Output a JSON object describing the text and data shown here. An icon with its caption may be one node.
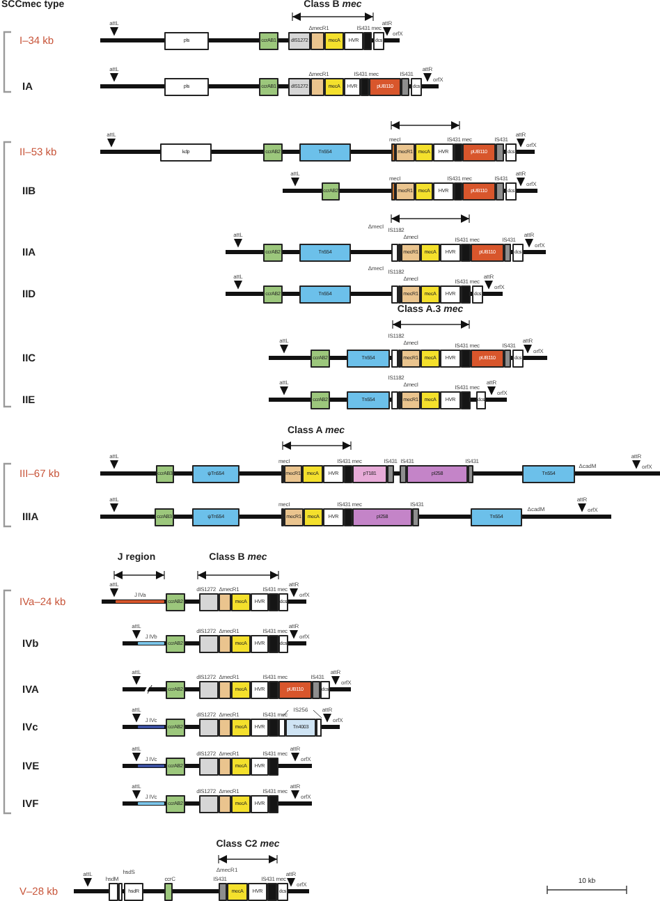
{
  "diagram": {
    "nodes": [
      {
        "text": [
          "pls"
        ]
      },
      {
        "text": [
          "ccrAB1"
        ]
      },
      {
        "text": [
          "dIS1272"
        ]
      },
      {
        "text": [
          "ΔmecR1"
        ]
      },
      {
        "text": [
          "mecA"
        ]
      },
      {
        "text": [
          "HVR"
        ]
      },
      {
        "text": [
          "IS431 mec"
        ]
      },
      {
        "text": [
          "dcs"
        ]
      },
      {
        "text": [
          "pls"
        ]
      },
      {
        "text": [
          "ccrAB1"
        ]
      },
      {
        "text": [
          "dIS1272"
        ]
      },
      {
        "text": [
          "ΔmecR1"
        ]
      },
      {
        "text": [
          "mecA"
        ]
      },
      {
        "text": [
          "HVR"
        ]
      },
      {
        "text": [
          "IS431 mec"
        ]
      },
      {
        "text": [
          "pUB110"
        ]
      },
      {
        "text": [
          "IS431"
        ]
      },
      {
        "text": [
          "dcs"
        ]
      },
      {
        "text": [
          "kdp"
        ]
      },
      {
        "text": [
          "ccrAB2"
        ]
      },
      {
        "text": [
          "Tn554"
        ]
      },
      {
        "text": [
          "mecI"
        ]
      },
      {
        "text": [
          "mecR1"
        ]
      },
      {
        "text": [
          "mecA"
        ]
      },
      {
        "text": [
          "HVR"
        ]
      },
      {
        "text": [
          "IS431 mec"
        ]
      },
      {
        "text": [
          "pUB110"
        ]
      },
      {
        "text": [
          "IS431"
        ]
      },
      {
        "text": [
          "dcs"
        ]
      },
      {
        "text": [
          "ccrAB2"
        ]
      },
      {
        "text": [
          "mecI"
        ]
      },
      {
        "text": [
          "mecR1"
        ]
      },
      {
        "text": [
          "mecA"
        ]
      },
      {
        "text": [
          "HVR"
        ]
      },
      {
        "text": [
          "IS431 mec"
        ]
      },
      {
        "text": [
          "pUB110"
        ]
      },
      {
        "text": [
          "IS431"
        ]
      },
      {
        "text": [
          "dcs"
        ]
      },
      {
        "text": [
          "ccrAB2"
        ]
      },
      {
        "text": [
          "Tn554"
        ]
      },
      {
        "text": [
          "IS1182"
        ]
      },
      {
        "text": [
          "ΔmecI"
        ]
      },
      {
        "text": [
          "mecR1"
        ]
      },
      {
        "text": [
          "mecA"
        ]
      },
      {
        "text": [
          "HVR"
        ]
      },
      {
        "text": [
          "IS431 mec"
        ]
      },
      {
        "text": [
          "pUB110"
        ]
      },
      {
        "text": [
          "IS431"
        ]
      },
      {
        "text": [
          "dcs"
        ]
      },
      {
        "text": [
          "ccrAB2"
        ]
      },
      {
        "text": [
          "Tn554"
        ]
      },
      {
        "text": [
          "IS1182"
        ]
      },
      {
        "text": [
          "ΔmecI"
        ]
      },
      {
        "text": [
          "mecR1"
        ]
      },
      {
        "text": [
          "mecA"
        ]
      },
      {
        "text": [
          "HVR"
        ]
      },
      {
        "text": [
          "IS431 mec"
        ]
      },
      {
        "text": [
          "dcs"
        ]
      },
      {
        "text": [
          "ccrAB2"
        ]
      },
      {
        "text": [
          "Tn554"
        ]
      },
      {
        "text": [
          "IS1182"
        ]
      },
      {
        "text": [
          "ΔmecI"
        ]
      },
      {
        "text": [
          "mecR1"
        ]
      },
      {
        "text": [
          "mecA"
        ]
      },
      {
        "text": [
          "HVR"
        ]
      },
      {
        "text": [
          "IS431 mec"
        ]
      },
      {
        "text": [
          "pUB110"
        ]
      },
      {
        "text": [
          "IS431"
        ]
      },
      {
        "text": [
          "dcs"
        ]
      },
      {
        "text": [
          "ccrAB2"
        ]
      },
      {
        "text": [
          "Tn554"
        ]
      },
      {
        "text": [
          "IS1182"
        ]
      },
      {
        "text": [
          "ΔmecI"
        ]
      },
      {
        "text": [
          "mecR1"
        ]
      },
      {
        "text": [
          "mecA"
        ]
      },
      {
        "text": [
          "HVR"
        ]
      },
      {
        "text": [
          "IS431 mec"
        ]
      },
      {
        "text": [
          "dcs"
        ]
      },
      {
        "text": [
          "ccrAB3"
        ]
      },
      {
        "text": [
          "ψTn554"
        ]
      },
      {
        "text": [
          "mecI"
        ]
      },
      {
        "text": [
          "mecR1"
        ]
      },
      {
        "text": [
          "mecA"
        ]
      },
      {
        "text": [
          "HVR"
        ]
      },
      {
        "text": [
          "IS431 mec"
        ]
      },
      {
        "text": [
          "pT181"
        ]
      },
      {
        "text": [
          "IS431"
        ]
      },
      {
        "text": [
          "IS431"
        ]
      },
      {
        "text": [
          "pI258"
        ]
      },
      {
        "text": [
          "IS431"
        ]
      },
      {
        "text": [
          "Tn554"
        ]
      },
      {
        "text": [
          "ccrAB3"
        ]
      },
      {
        "text": [
          "ψTn554"
        ]
      },
      {
        "text": [
          "mecI"
        ]
      },
      {
        "text": [
          "mecR1"
        ]
      },
      {
        "text": [
          "mecA"
        ]
      },
      {
        "text": [
          "HVR"
        ]
      },
      {
        "text": [
          "IS431 mec"
        ]
      },
      {
        "text": [
          "pI258"
        ]
      },
      {
        "text": [
          "IS431"
        ]
      },
      {
        "text": [
          "Tn554"
        ]
      },
      {
        "text": [
          "J IVa"
        ]
      },
      {
        "text": [
          "ccrAB2"
        ]
      },
      {
        "text": [
          "dIS1272"
        ]
      },
      {
        "text": [
          "ΔmecR1"
        ]
      },
      {
        "text": [
          "mecA"
        ]
      },
      {
        "text": [
          "HVR"
        ]
      },
      {
        "text": [
          "IS431 mec"
        ]
      },
      {
        "text": [
          "dcs"
        ]
      },
      {
        "text": [
          "J IVb"
        ]
      },
      {
        "text": [
          "ccrAB2"
        ]
      },
      {
        "text": [
          "dIS1272"
        ]
      },
      {
        "text": [
          "ΔmecR1"
        ]
      },
      {
        "text": [
          "mecA"
        ]
      },
      {
        "text": [
          "HVR"
        ]
      },
      {
        "text": [
          "IS431 mec"
        ]
      },
      {
        "text": [
          "dcs"
        ]
      },
      {
        "text": [
          "ccrAB2"
        ]
      },
      {
        "text": [
          "dIS1272"
        ]
      },
      {
        "text": [
          "ΔmecR1"
        ]
      },
      {
        "text": [
          "mecA"
        ]
      },
      {
        "text": [
          "HVR"
        ]
      },
      {
        "text": [
          "IS431 mec"
        ]
      },
      {
        "text": [
          "pUB110"
        ]
      },
      {
        "text": [
          "IS431"
        ]
      },
      {
        "text": [
          "dcs"
        ]
      },
      {
        "text": [
          "J IVc"
        ]
      },
      {
        "text": [
          "ccrAB2"
        ]
      },
      {
        "text": [
          "dIS1272"
        ]
      },
      {
        "text": [
          "ΔmecR1"
        ]
      },
      {
        "text": [
          "mecA"
        ]
      },
      {
        "text": [
          "HVR"
        ]
      },
      {
        "text": [
          "IS431 mec"
        ]
      },
      {
        "text": [],
        "shape": "box"
      },
      {
        "text": [
          "Tn4003"
        ]
      },
      {
        "text": [],
        "shape": "box"
      },
      {
        "text": [
          "J IVc"
        ]
      },
      {
        "text": [
          "ccrAB2"
        ]
      },
      {
        "text": [
          "dIS1272"
        ]
      },
      {
        "text": [
          "ΔmecR1"
        ]
      },
      {
        "text": [
          "mecA"
        ]
      },
      {
        "text": [
          "HVR"
        ]
      },
      {
        "text": [
          "IS431 mec"
        ]
      },
      {
        "text": [
          "J IVc"
        ]
      },
      {
        "text": [
          "ccrAB2"
        ]
      },
      {
        "text": [
          "dIS1272"
        ]
      },
      {
        "text": [
          "ΔmecR1"
        ]
      },
      {
        "text": [
          "mecA"
        ]
      },
      {
        "text": [
          "HVR"
        ]
      },
      {
        "text": [
          "IS431 mec"
        ]
      },
      {
        "text": [
          "hsdM"
        ]
      },
      {
        "text": [
          "hsdS"
        ]
      },
      {
        "text": [
          "hsdR"
        ]
      },
      {
        "text": [
          "ccrC"
        ]
      },
      {
        "text": [
          "IS431"
        ]
      },
      {
        "text": [
          "mecA"
        ]
      },
      {
        "text": [
          "HVR"
        ]
      },
      {
        "text": [
          "IS431 mec"
        ]
      },
      {
        "text": [
          "dcs"
        ]
      }
    ],
    "edges": [],
    "labels": [
      "SCCmec type",
      "Class B *mec*",
      "I–34 kb",
      "attL",
      "attR",
      "orfX",
      "IA",
      "attL",
      "attR",
      "orfX",
      "II–53 kb",
      "attL",
      "attR",
      "orfX",
      "IIB",
      "attL",
      "attR",
      "orfX",
      "IIA",
      "attL",
      "ΔmecI",
      "attR",
      "orfX",
      "IID",
      "attL",
      "ΔmecI",
      "attR",
      "orfX",
      "Class A.3 *mec*",
      "IIC",
      "attL",
      "attR",
      "orfX",
      "IIE",
      "attL",
      "attR",
      "orfX",
      "Class A *mec*",
      "III–67 kb",
      "attL",
      "ΔcadM",
      "attR",
      "orfX",
      "IIIA",
      "attL",
      "ΔcadM",
      "attR",
      "orfX",
      "J region",
      "Class B *mec*",
      "IVa–24 kb",
      "attL",
      "attR",
      "orfX",
      "IVb",
      "attL",
      "attR",
      "orfX",
      "IVA",
      "attL",
      "attR",
      "orfX",
      "IVc",
      "attL",
      "IS256",
      "attR",
      "orfX",
      "IVE",
      "attL",
      "attR",
      "orfX",
      "IVF",
      "attL",
      "attR",
      "orfX",
      "Class C2 *mec*",
      "V–28 kb",
      "attL",
      "ΔmecR1",
      "attR",
      "orfX",
      "10 kb"
    ]
  }
}
